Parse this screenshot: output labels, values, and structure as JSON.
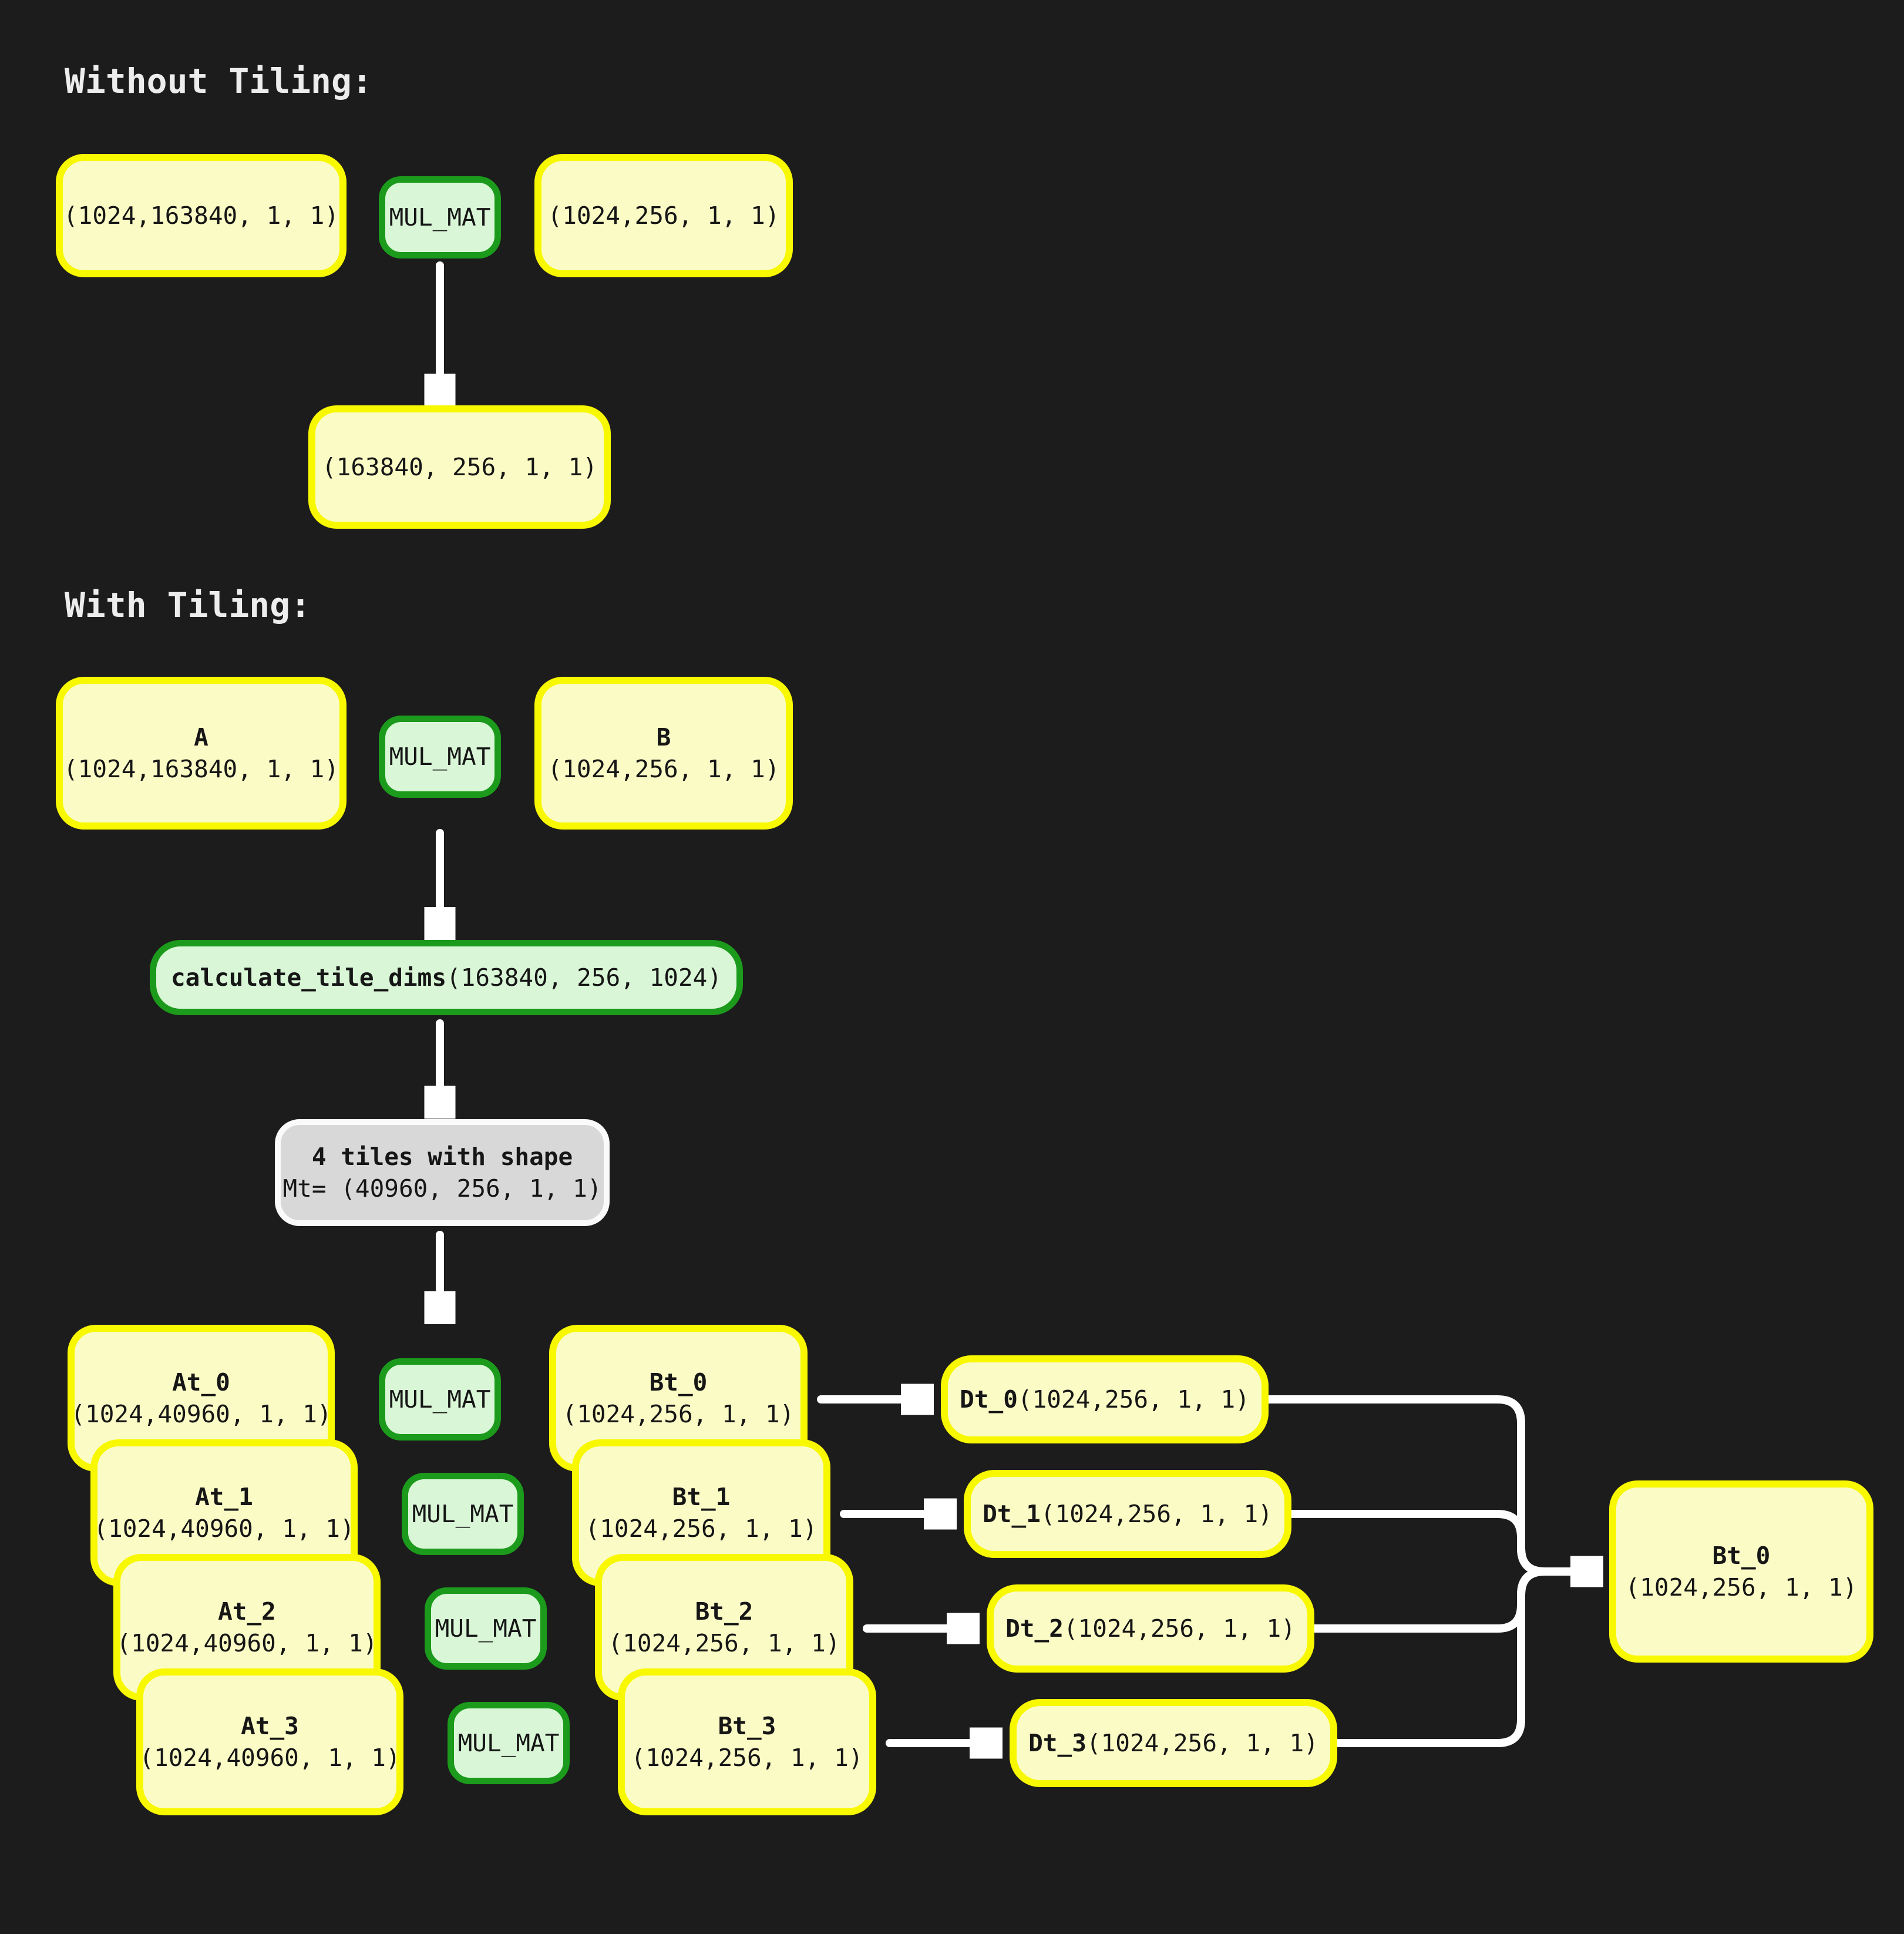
{
  "titles": {
    "without": "Without Tiling:",
    "with": "With Tiling:"
  },
  "without_tiling": {
    "input_a_dims": "(1024,163840, 1, 1)",
    "op_label": "MUL_MAT",
    "input_b_dims": "(1024,256, 1, 1)",
    "result_dims": "(163840, 256, 1, 1)"
  },
  "with_tiling": {
    "input_a": {
      "name": "A",
      "dims": "(1024,163840, 1, 1)"
    },
    "op_label": "MUL_MAT",
    "input_b": {
      "name": "B",
      "dims": "(1024,256, 1, 1)"
    },
    "calc": {
      "fn": "calculate_tile_dims",
      "args": "(163840, 256, 1024)"
    },
    "tiles_info": {
      "line1": "4 tiles with shape",
      "line2": "Mt= (40960, 256, 1, 1)"
    },
    "a_tiles": [
      {
        "name": "At_0",
        "dims": "(1024,40960, 1, 1)"
      },
      {
        "name": "At_1",
        "dims": "(1024,40960, 1, 1)"
      },
      {
        "name": "At_2",
        "dims": "(1024,40960, 1, 1)"
      },
      {
        "name": "At_3",
        "dims": "(1024,40960, 1, 1)"
      }
    ],
    "ops": [
      "MUL_MAT",
      "MUL_MAT",
      "MUL_MAT",
      "MUL_MAT"
    ],
    "b_tiles": [
      {
        "name": "Bt_0",
        "dims": "(1024,256, 1, 1)"
      },
      {
        "name": "Bt_1",
        "dims": "(1024,256, 1, 1)"
      },
      {
        "name": "Bt_2",
        "dims": "(1024,256, 1, 1)"
      },
      {
        "name": "Bt_3",
        "dims": "(1024,256, 1, 1)"
      }
    ],
    "d_tiles": [
      {
        "name": "Dt_0",
        "dims": "(1024,256, 1, 1)"
      },
      {
        "name": "Dt_1",
        "dims": "(1024,256, 1, 1)"
      },
      {
        "name": "Dt_2",
        "dims": "(1024,256, 1, 1)"
      },
      {
        "name": "Dt_3",
        "dims": "(1024,256, 1, 1)"
      }
    ],
    "result": {
      "name": "Bt_0",
      "dims": "(1024,256, 1, 1)"
    }
  },
  "colors": {
    "bg": "#1c1c1c",
    "yellow_border": "#f8f800",
    "yellow_fill": "#fbfbc6",
    "green_border": "#1b9a1b",
    "green_fill": "#d9f7d7",
    "gray_fill": "#d8d8d8",
    "gray_border": "#fafafa",
    "arrow": "#ffffff"
  }
}
